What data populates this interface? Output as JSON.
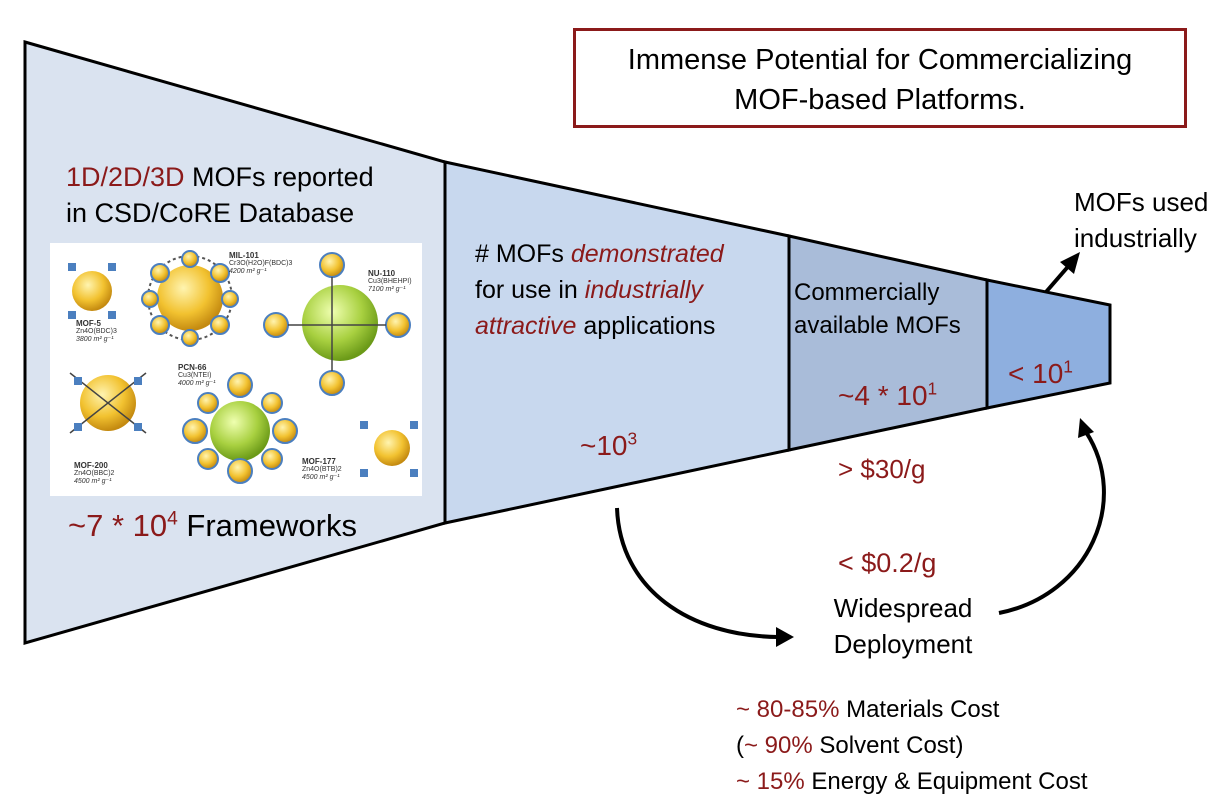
{
  "title": {
    "line1": "Immense Potential for Commercializing",
    "line2": "MOF-based Platforms."
  },
  "stage1": {
    "prefix": "1D/2D/3D",
    "text1": " MOFs reported",
    "text2": "in CSD/CoRE Database",
    "count_coeff": "~7 * 10",
    "count_exp": "4",
    "count_suffix": " Frameworks"
  },
  "mof_panel": [
    {
      "name": "MIL-101",
      "formula": "Cr3O(H2O)F(BDC)3",
      "area": "4200 m² g⁻¹"
    },
    {
      "name": "NU-110",
      "formula": "Cu3(BHEHPI)",
      "area": "7100 m² g⁻¹"
    },
    {
      "name": "MOF-5",
      "formula": "Zn4O(BDC)3",
      "area": "3800 m² g⁻¹"
    },
    {
      "name": "PCN-66",
      "formula": "Cu3(NTEI)",
      "area": "4000 m² g⁻¹"
    },
    {
      "name": "MOF-200",
      "formula": "Zn4O(BBC)2",
      "area": "4500 m² g⁻¹"
    },
    {
      "name": "MOF-177",
      "formula": "Zn4O(BTB)2",
      "area": "4500 m² g⁻¹"
    }
  ],
  "stage2": {
    "l1_a": "# MOFs ",
    "l1_b": "demonstrated",
    "l2_a": "for use in ",
    "l2_b": "industrially",
    "l3_a": "attractive",
    "l3_b": " applications",
    "count_coeff": "~10",
    "count_exp": "3"
  },
  "stage3": {
    "line1": "Commercially",
    "line2": "available MOFs",
    "count_coeff": "~4 * 10",
    "count_exp": "1",
    "price": "> $30/g"
  },
  "stage4": {
    "count_coeff": "< 10",
    "count_exp": "1"
  },
  "industrial": {
    "line1": "MOFs used",
    "line2": "industrially"
  },
  "deployment": {
    "price": "< $0.2/g",
    "line1": "Widespread",
    "line2": "Deployment"
  },
  "costs": [
    {
      "pct": "~ 80-85%",
      "label": " Materials Cost",
      "pre": ""
    },
    {
      "pct": "~ 90%",
      "label": " Solvent Cost)",
      "pre": "("
    },
    {
      "pct": "~ 15%",
      "label": " Energy & Equipment Cost",
      "pre": ""
    }
  ],
  "colors": {
    "accent_red": "#8b1a1a",
    "stage1_fill": "#dae3f0",
    "stage2_fill": "#c8d8ee",
    "stage3_fill": "#a9bcd9",
    "stage4_fill": "#8eafdf"
  }
}
